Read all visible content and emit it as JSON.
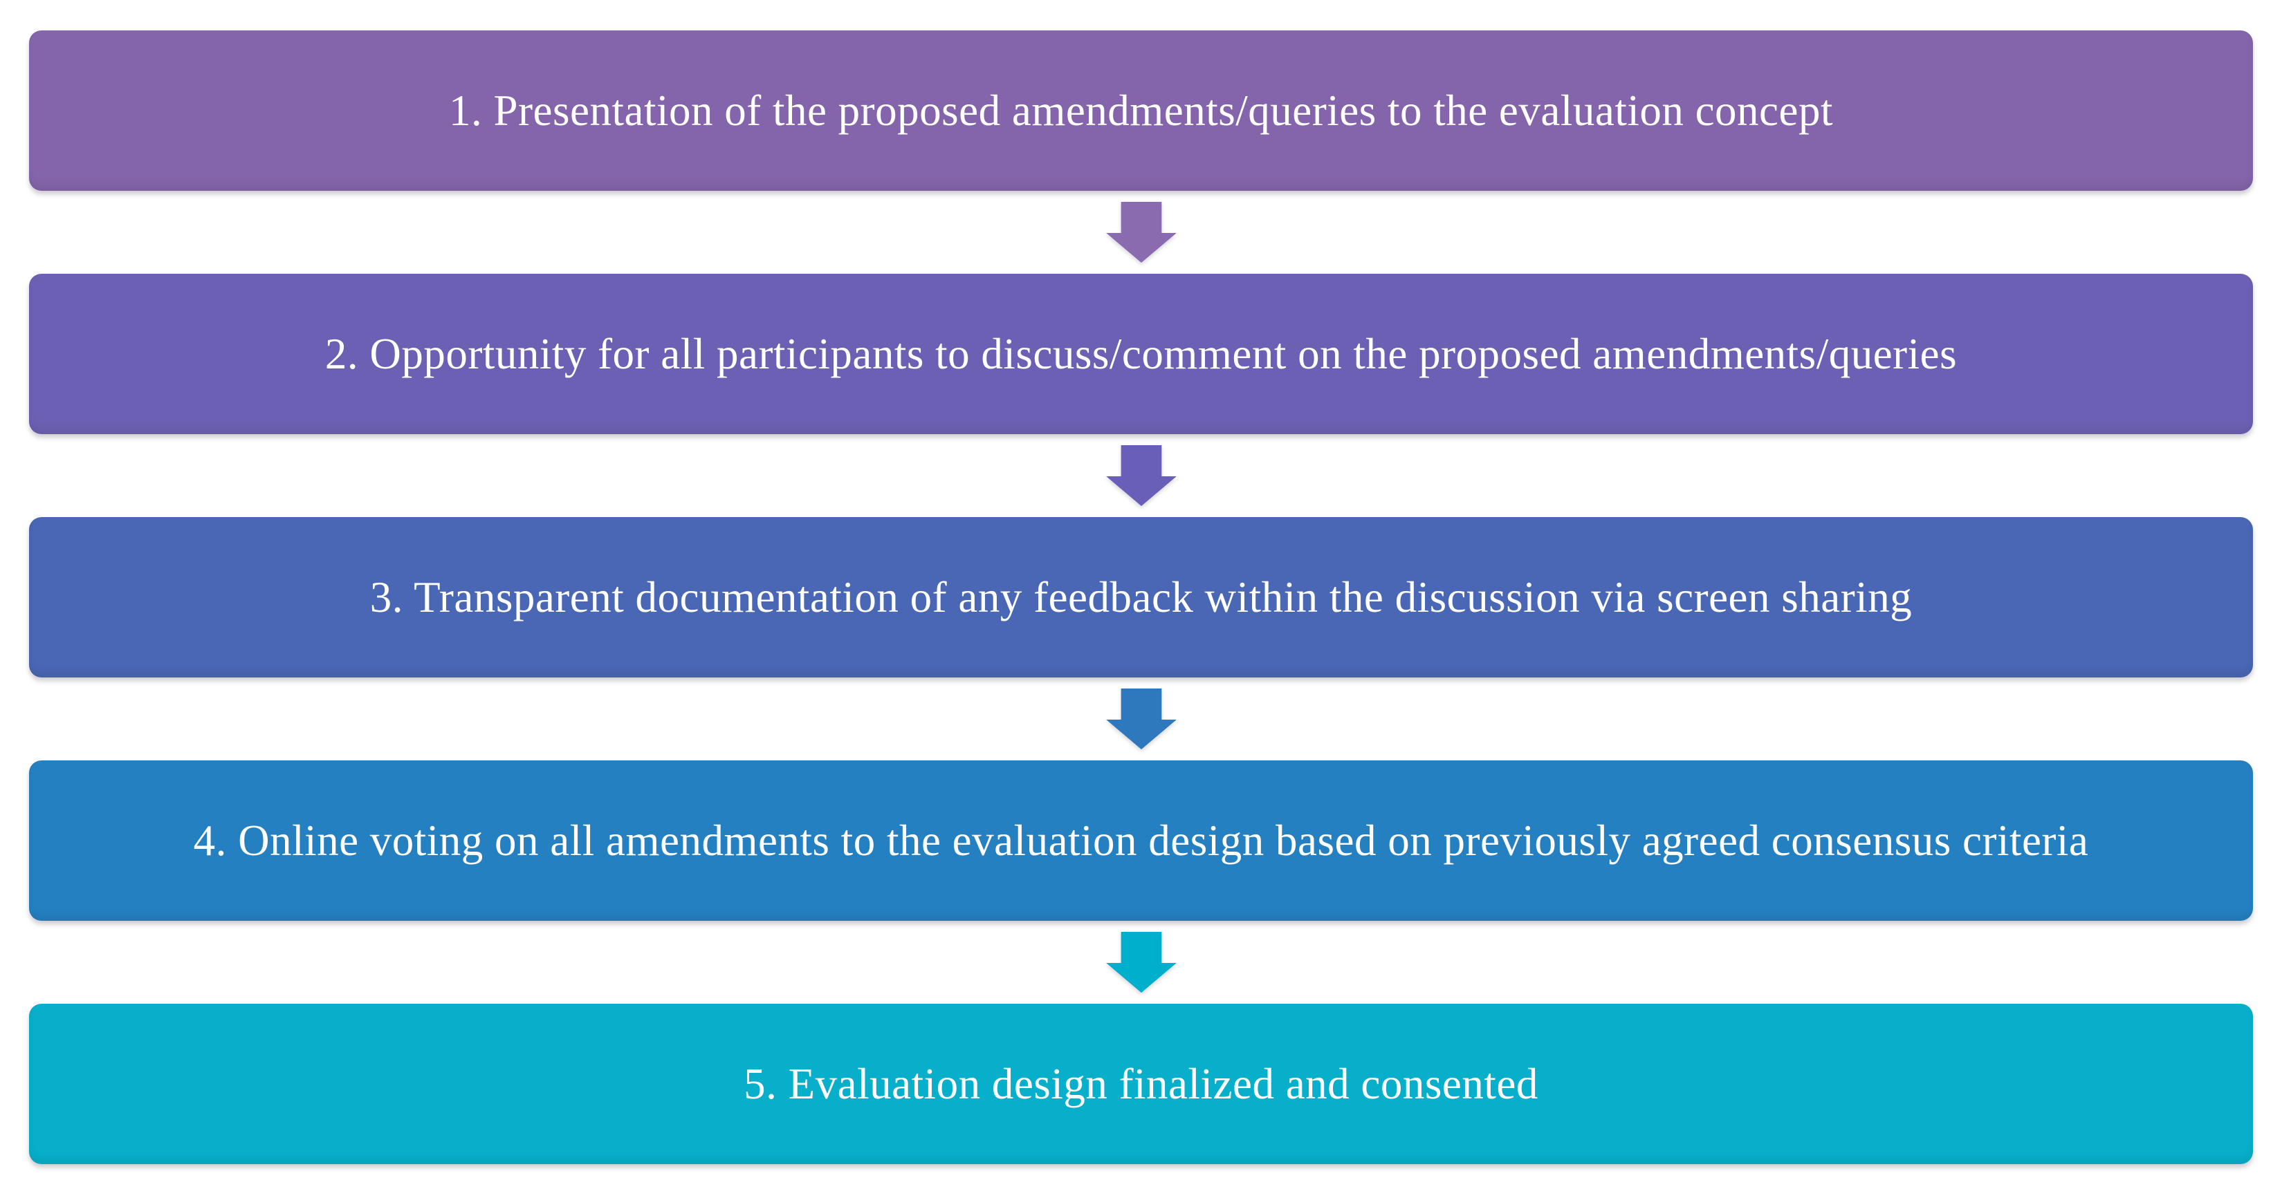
{
  "diagram": {
    "steps": [
      {
        "label": "1. Presentation of the proposed amendments/queries to the evaluation concept",
        "color": "#8465AB"
      },
      {
        "label": "2. Opportunity for all participants to discuss/comment on the proposed amendments/queries",
        "color": "#6C60B4"
      },
      {
        "label": "3. Transparent documentation of any feedback within the discussion via screen sharing",
        "color": "#4A67B5"
      },
      {
        "label": "4. Online voting on all amendments to the evaluation design based on previously agreed consensus criteria",
        "color": "#2580C2"
      },
      {
        "label": "5. Evaluation design finalized and consented",
        "color": "#07AFCA"
      }
    ],
    "arrows": [
      {
        "color": "#8A6BB0"
      },
      {
        "color": "#695FB9"
      },
      {
        "color": "#2E79BE"
      },
      {
        "color": "#00AFCB"
      }
    ],
    "text_color": "#FFFFFF"
  }
}
